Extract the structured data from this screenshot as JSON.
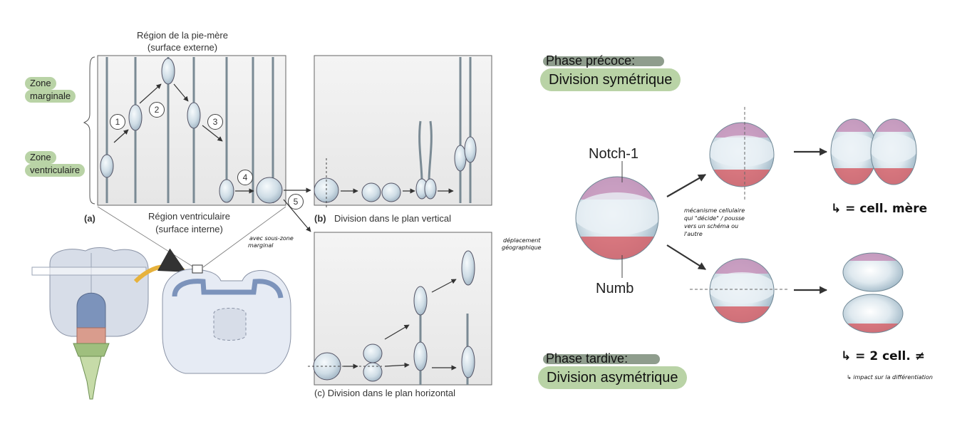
{
  "left_figure": {
    "pia_region_line1": "Région de la pie-mère",
    "pia_region_line2": "(surface externe)",
    "zone_marginal_line1": "Zone",
    "zone_marginal_line2": "marginale",
    "zone_ventricular_line1": "Zone",
    "zone_ventricular_line2": "ventriculaire",
    "panel_a": "(a)",
    "ventricular_region_line1": "Région ventriculaire",
    "ventricular_region_line2": "(surface interne)",
    "panel_b": "(b)",
    "panel_b_caption": "Division dans le plan vertical",
    "panel_c_caption": "(c) Division dans le plan horizontal",
    "steps": [
      "1",
      "2",
      "3",
      "4",
      "5"
    ],
    "note_subzone_line1": "avec sous-zone",
    "note_subzone_line2": "marginal",
    "note_displacement_line1": "déplacement",
    "note_displacement_line2": "géographique"
  },
  "right_figure": {
    "phase_early_title": "Phase précoce:",
    "phase_early_sub": "Division symétrique",
    "phase_late_title": "Phase tardive:",
    "phase_late_sub": "Division asymétrique",
    "notch_label": "Notch-1",
    "numb_label": "Numb",
    "note_mechanism": [
      "mécanisme cellulaire",
      "qui \"décide\" / pousse",
      "vers un schéma ou",
      "l'autre"
    ],
    "note_mother": "↳ = cell. mère",
    "note_two_cells": "↳ = 2 cell. ≠",
    "note_impact": "↳ impact sur la différentiation"
  },
  "colors": {
    "zone_pill": "#b9d3a6",
    "phase_pill_dark": "#8f9d8d",
    "cell_fill": "#dfe9ef",
    "notch_cap": "#c490b8",
    "numb_cap": "#d5626a",
    "tissue": "#eeeeee",
    "brain_blue": "#7c93bb"
  }
}
